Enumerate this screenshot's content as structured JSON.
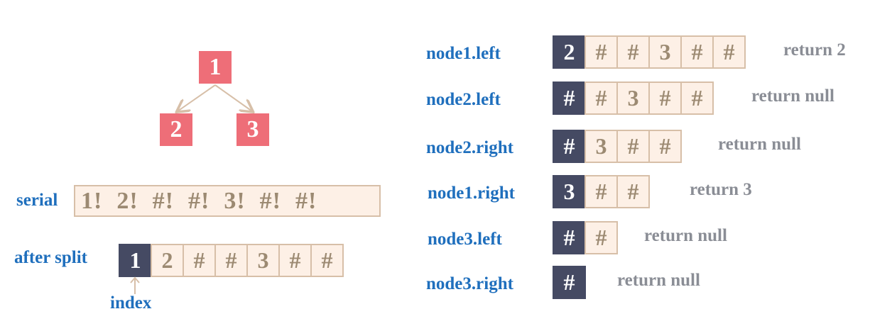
{
  "tree": {
    "root": "1",
    "left": "2",
    "right": "3"
  },
  "serial": {
    "label": "serial",
    "tokens": [
      "1!",
      "2!",
      "#!",
      "#!",
      "3!",
      "#!",
      "#!"
    ]
  },
  "after_split": {
    "label": "after split",
    "cells": [
      "1",
      "2",
      "#",
      "#",
      "3",
      "#",
      "#"
    ],
    "index_label": "index"
  },
  "steps": [
    {
      "label": "node1.left",
      "cells": [
        "2",
        "#",
        "#",
        "3",
        "#",
        "#"
      ],
      "result": "return 2"
    },
    {
      "label": "node2.left",
      "cells": [
        "#",
        "#",
        "3",
        "#",
        "#"
      ],
      "result": "return null"
    },
    {
      "label": "node2.right",
      "cells": [
        "#",
        "3",
        "#",
        "#"
      ],
      "result": "return null"
    },
    {
      "label": "node1.right",
      "cells": [
        "3",
        "#",
        "#"
      ],
      "result": "return 3"
    },
    {
      "label": "node3.left",
      "cells": [
        "#",
        "#"
      ],
      "result": "return null"
    },
    {
      "label": "node3.right",
      "cells": [
        "#"
      ],
      "result": "return null"
    }
  ],
  "colors": {
    "node_fill": "#ee6e78",
    "cell_fill": "#fdf0e6",
    "cell_border": "#d7bfa8",
    "active_fill": "#454a63",
    "label_blue": "#1f6fbd",
    "return_gray": "#8a8d95"
  }
}
